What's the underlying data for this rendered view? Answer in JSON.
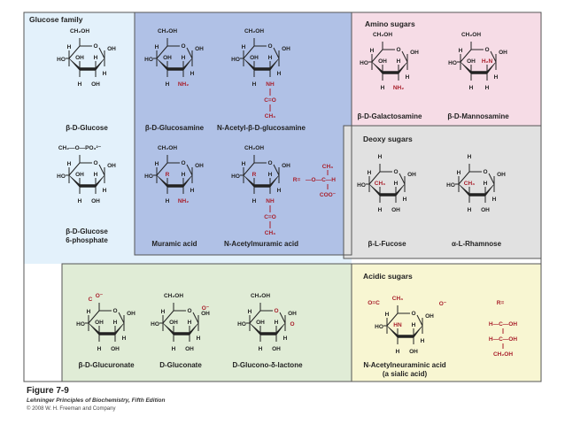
{
  "panels": {
    "glucose_family": {
      "title": "Glucose family",
      "color": "#e3f1fb"
    },
    "amino_sugars": {
      "title": "Amino sugars",
      "color": "#f6dce6"
    },
    "deoxy_sugars": {
      "title": "Deoxy  sugars",
      "color": "#e1e1e1"
    },
    "acidic_sugars": {
      "title": "Acidic sugars",
      "color": "#f8f6d2"
    },
    "green_band": {
      "color": "#e0ecd6"
    },
    "blue_inset": {
      "color": "#b0c1e6"
    }
  },
  "colors": {
    "line": "#222222",
    "red": "#a81e2a"
  },
  "captions": {
    "b_glucose": "β-D-Glucose",
    "b_glucose_6p_1": "β-D-Glucose",
    "b_glucose_6p_2": "6-phosphate",
    "glucosamine": "β-D-Glucosamine",
    "n_acetyl_glucosamine": "N-Acetyl-β-D-glucosamine",
    "muramic_acid": "Muramic acid",
    "n_acetylmuramic_acid": "N-Acetylmuramic acid",
    "galactosamine": "β-D-Galactosamine",
    "mannosamine": "β-D-Mannosamine",
    "fucose": "β-L-Fucose",
    "rhamnose": "α-L-Rhamnose",
    "glucuronate": "β-D-Glucuronate",
    "gluconate": "D-Gluconate",
    "glucono_lactone": "D-Glucono-δ-lactone",
    "n_acetylneuraminic_1": "N-Acetylneuraminic acid",
    "n_acetylneuraminic_2": "(a sialic acid)"
  },
  "chem": {
    "ch2oh": "CH₂OH",
    "h": "H",
    "oh": "OH",
    "ho": "HO",
    "o": "O",
    "nh": "NH",
    "nh2": "NH₂",
    "h2n": "H₂N",
    "c": "C",
    "ch3": "CH₃",
    "r": "R",
    "r_eq": "R=",
    "coo": "COO⁻",
    "o_minus": "O⁻",
    "c_eq_o": "C=O",
    "hn": "HN",
    "phos": "CH₂—O—PO₃²⁻",
    "r_group": "—O—C—H",
    "o_eq": "O=C",
    "h_c_oh": "H—C—OH",
    "ch2oh_plain": "CH₂OH"
  },
  "figure": {
    "number": "Figure 7-9",
    "book": "Lehninger Principles of Biochemistry, Fifth Edition",
    "copyright": "© 2008 W. H. Freeman and Company"
  }
}
